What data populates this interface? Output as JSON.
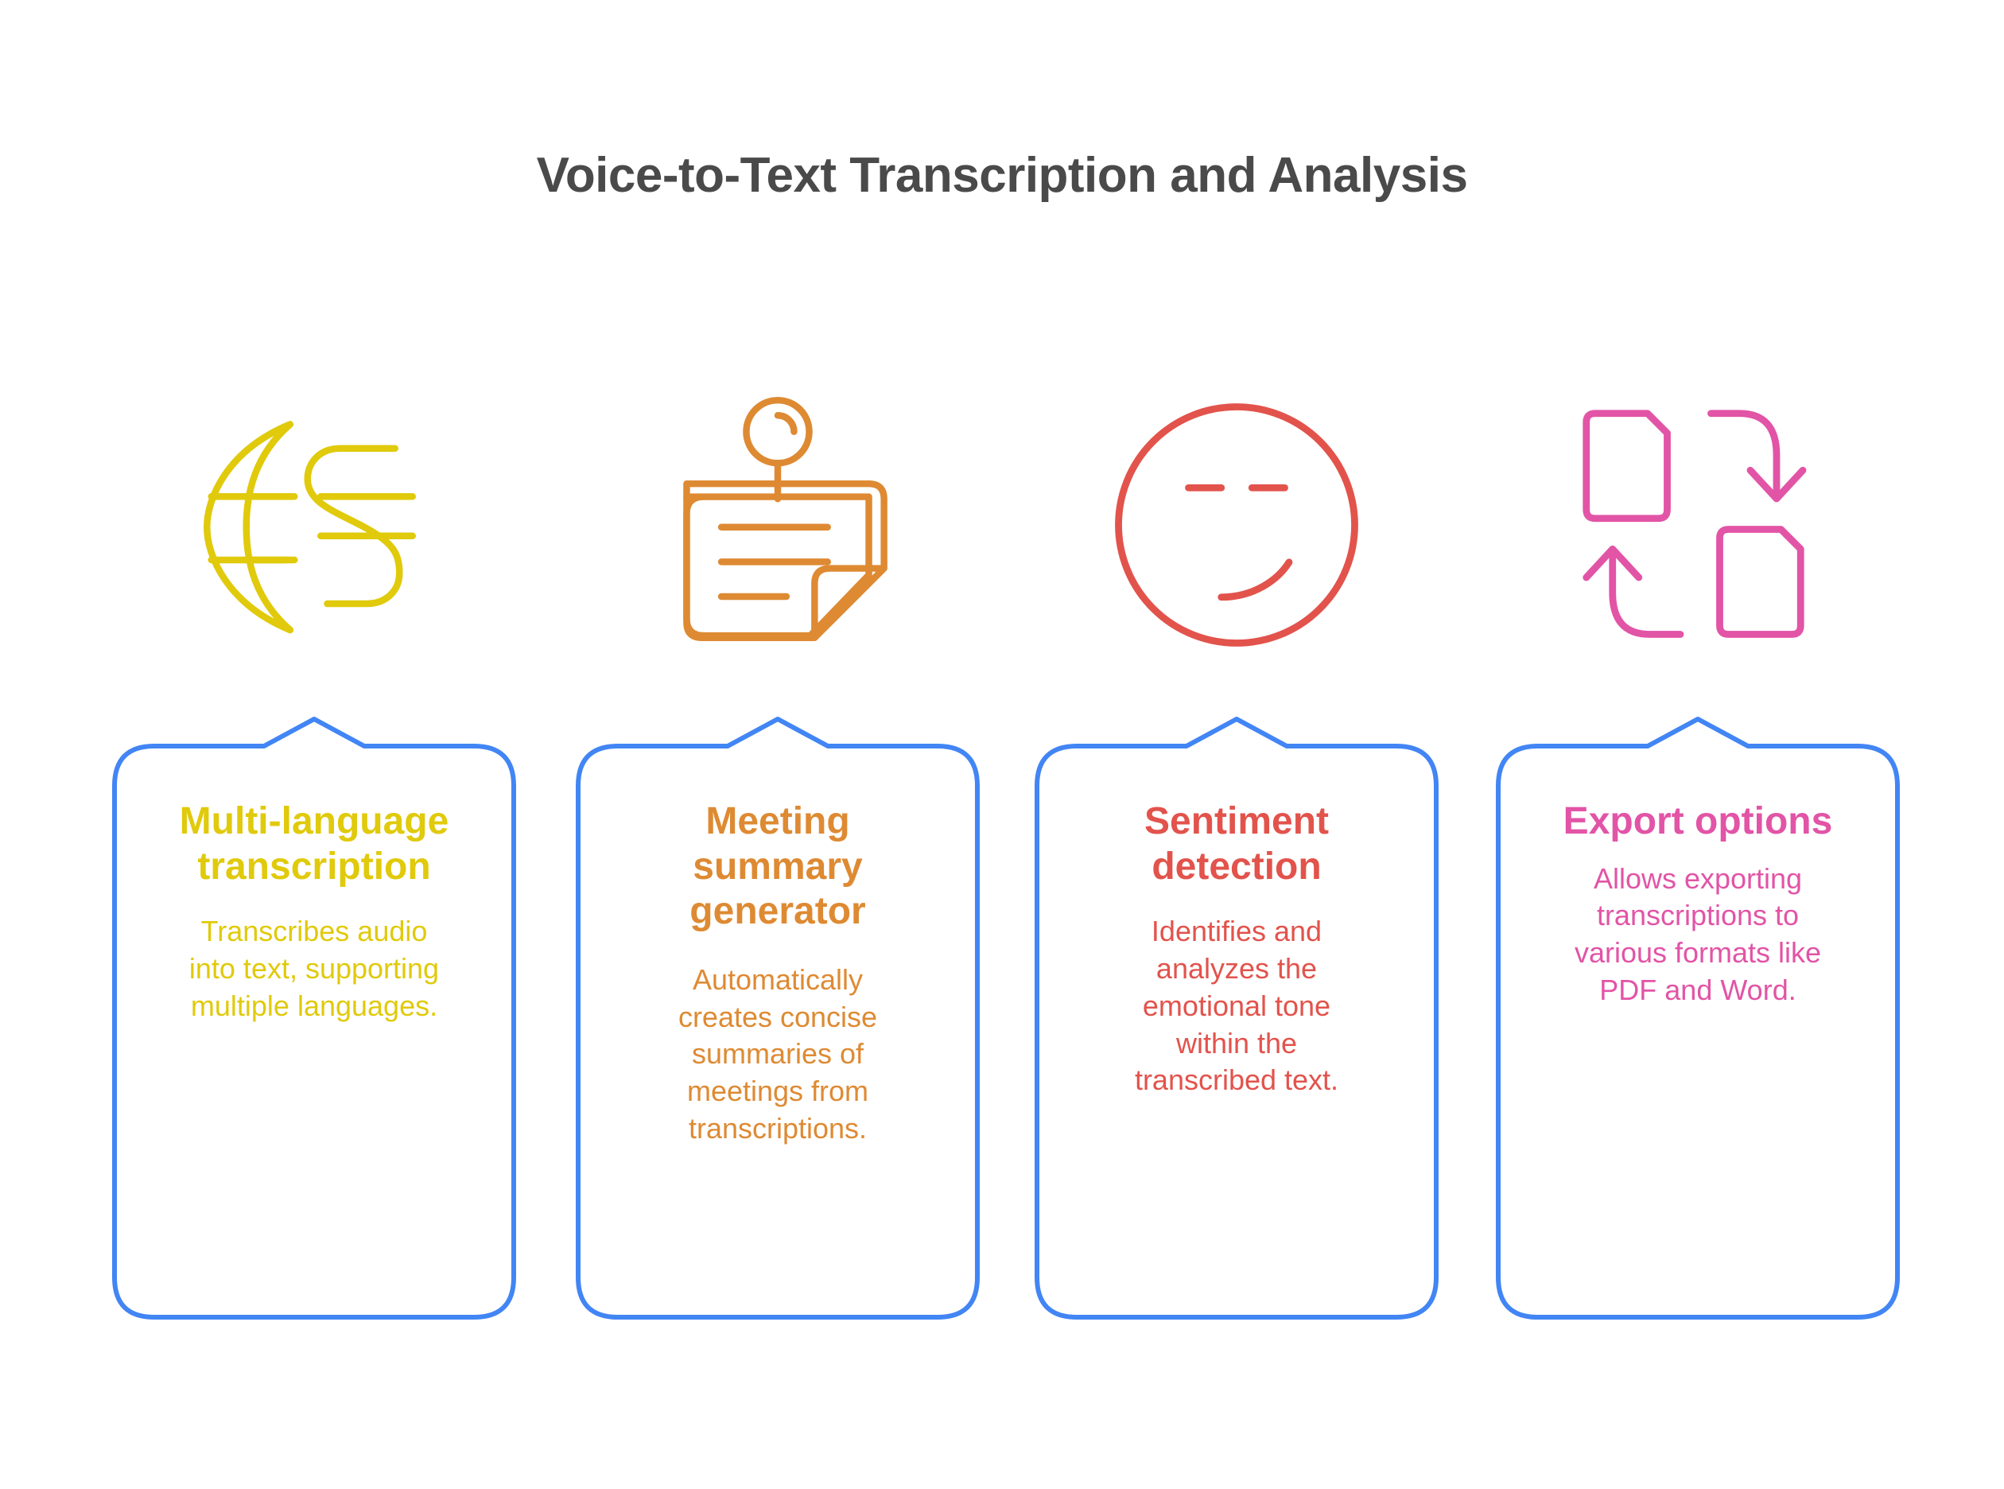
{
  "page": {
    "title": "Voice-to-Text Transcription and Analysis",
    "background_color": "#ffffff",
    "title_color": "#4a4a4a",
    "card_border_color": "#4285f4"
  },
  "cards": [
    {
      "icon_name": "globe-language-icon",
      "accent_color": "#E0CA0B",
      "heading": "Multi-language\ntranscription",
      "description": "Transcribes audio\ninto text, supporting\nmultiple languages."
    },
    {
      "icon_name": "note-summary-icon",
      "accent_color": "#DE8A33",
      "heading": "Meeting\nsummary\ngenerator",
      "description": "Automatically\ncreates concise\nsummaries of\nmeetings from\ntranscriptions."
    },
    {
      "icon_name": "smirking-face-icon",
      "accent_color": "#E2534C",
      "heading": "Sentiment\ndetection",
      "description": "Identifies and\nanalyzes the\nemotional tone\nwithin the\ntranscribed text."
    },
    {
      "icon_name": "document-exchange-icon",
      "accent_color": "#E254A6",
      "heading": "Export options",
      "description": "Allows exporting\ntranscriptions to\nvarious formats like\nPDF and Word."
    }
  ]
}
